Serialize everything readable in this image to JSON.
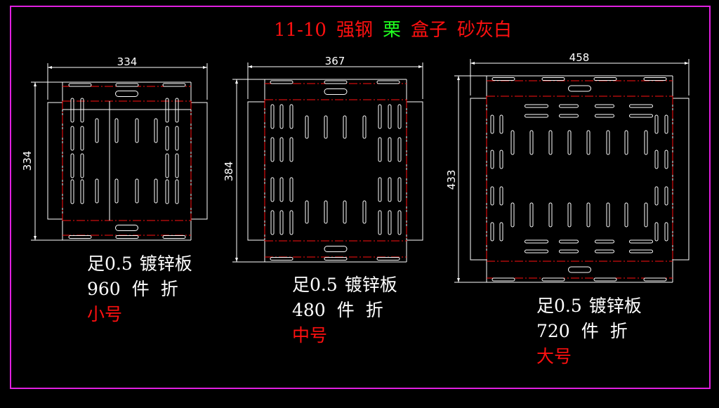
{
  "title": {
    "code": "11-10",
    "material": "强钢",
    "highlight": "栗",
    "product": "盒子",
    "color_name": "砂灰白"
  },
  "colors": {
    "border": "#e020e0",
    "title_red": "#ff1010",
    "title_green": "#20ff20",
    "outline": "#ffffff",
    "fold_line": "#ff1010",
    "dimension": "#ffffff"
  },
  "drawings": [
    {
      "id": "small",
      "width_dim": "334",
      "height_dim": "334",
      "note": {
        "material_prefix": "足0.5",
        "material": "镀锌板",
        "quantity": "960",
        "unit": "件",
        "fold": "折",
        "size_label": "小号"
      }
    },
    {
      "id": "medium",
      "width_dim": "367",
      "height_dim": "384",
      "note": {
        "material_prefix": "足0.5",
        "material": "镀锌板",
        "quantity": "480",
        "unit": "件",
        "fold": "折",
        "size_label": "中号"
      }
    },
    {
      "id": "large",
      "width_dim": "458",
      "height_dim": "433",
      "note": {
        "material_prefix": "足0.5",
        "material": "镀锌板",
        "quantity": "720",
        "unit": "件",
        "fold": "折",
        "size_label": "大号"
      }
    }
  ]
}
